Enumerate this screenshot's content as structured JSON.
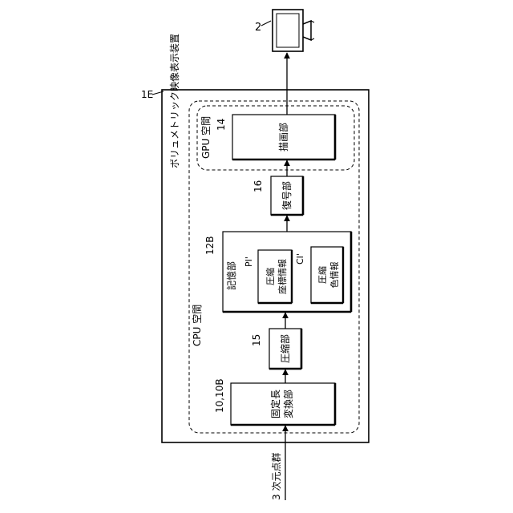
{
  "labels": {
    "monitor_ref": "2",
    "device_ref": "1E",
    "device_title": "ボリュメトリック映像表示装置",
    "cpu_space": "CPU 空間",
    "gpu_space": "GPU 空間",
    "drawing_ref": "14",
    "drawing_label": "描画部",
    "decoder_ref": "16",
    "decoder_label": "復号部",
    "storage_ref": "12B",
    "storage_label": "記憶部",
    "coord_ref": "PI'",
    "coord_line1": "圧縮",
    "coord_line2": "座標情報",
    "color_ref": "CI'",
    "color_line1": "圧縮",
    "color_line2": "色情報",
    "compress_ref": "15",
    "compress_label": "圧縮部",
    "fixed_ref": "10,10B",
    "fixed_line1": "固定長",
    "fixed_line2": "変換部",
    "input_label": "3 次元点群"
  }
}
